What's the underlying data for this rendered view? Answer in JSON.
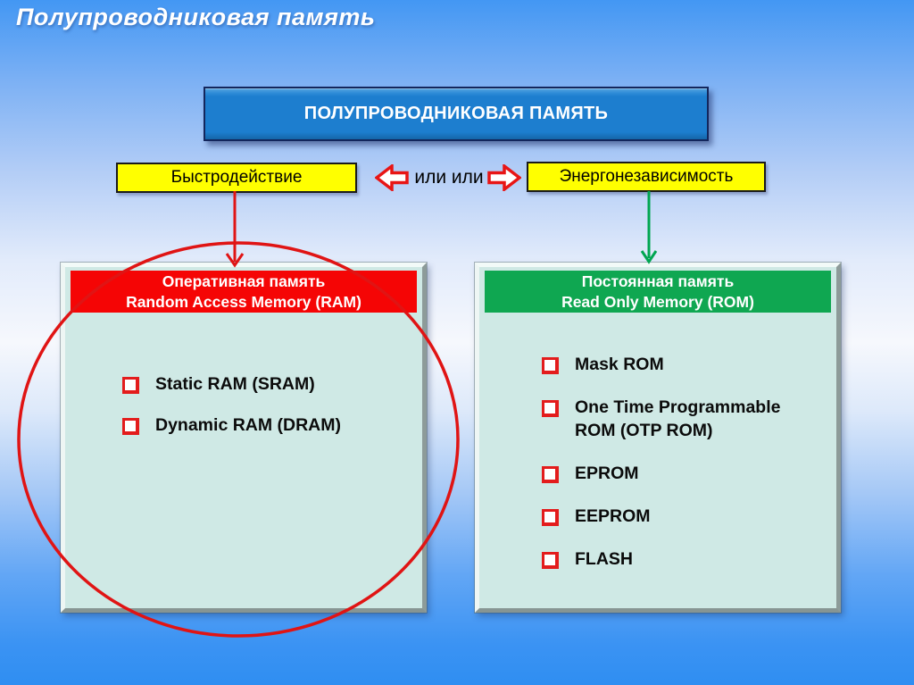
{
  "slide": {
    "title": "Полупроводниковая память"
  },
  "banner": {
    "label": "ПОЛУПРОВОДНИКОВАЯ ПАМЯТЬ"
  },
  "criteria": {
    "left_label": "Быстродействие",
    "or_label": "или или",
    "right_label": "Энергонезависимость"
  },
  "panels": {
    "ram": {
      "title_ru": "Оперативная память",
      "title_en": "Random Access Memory (RAM)",
      "items": [
        "Static RAM (SRAM)",
        "Dynamic RAM (DRAM)"
      ]
    },
    "rom": {
      "title_ru": "Постоянная память",
      "title_en": "Read Only Memory (ROM)",
      "items": [
        "Mask ROM",
        "One Time Programmable ROM (OTP ROM)",
        "EPROM",
        "EEPROM",
        "FLASH"
      ]
    }
  },
  "icons": {
    "or_left_arrow": "hollow-block-arrow-left",
    "or_right_arrow": "hollow-block-arrow-right",
    "ram_connector": "red-down-arrow",
    "rom_connector": "green-down-arrow",
    "bullet": "open-square-checkbox",
    "highlight": "red-ellipse-outline"
  },
  "colors": {
    "banner_fill": "#1d7ecf",
    "banner_border": "#13265c",
    "criteria_fill": "#ffff00",
    "ram_header": "#f50505",
    "rom_header": "#0fa751",
    "panel_fill": "#cfe9e5",
    "connector_ram": "#e01414",
    "connector_rom": "#00a651",
    "ellipse": "#e01414",
    "title_text": "#ffffff"
  }
}
